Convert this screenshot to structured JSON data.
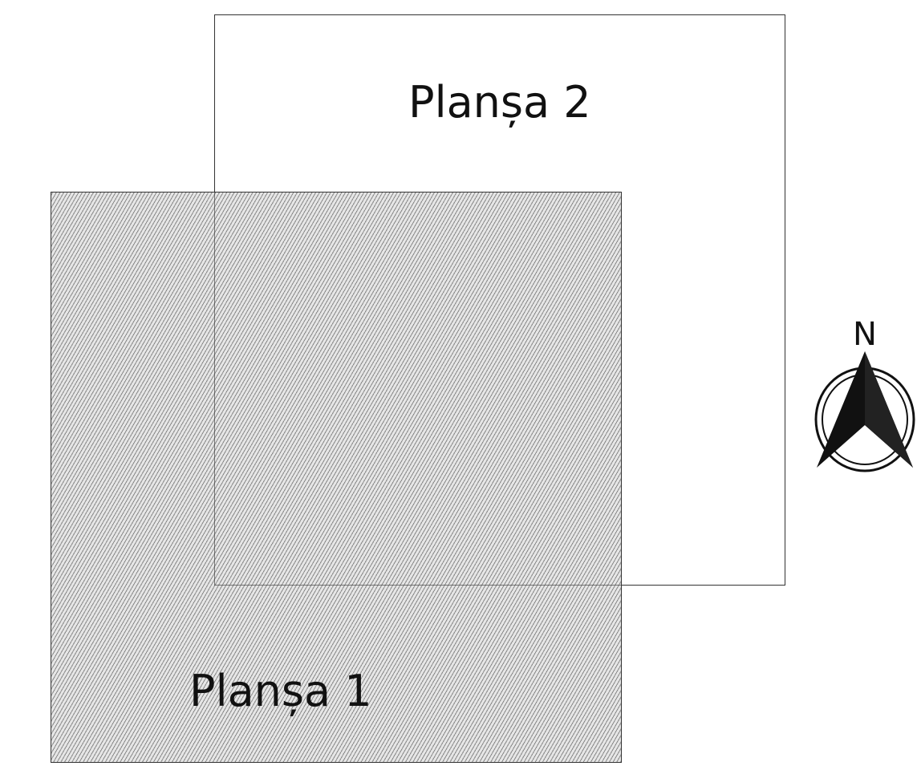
{
  "sheets": [
    {
      "label": "Planșa 1"
    },
    {
      "label": "Planșa 2"
    }
  ],
  "north_arrow": {
    "letter": "N",
    "icon": "north-arrow-icon"
  },
  "colors": {
    "outline": "#333333",
    "hatch": "#3c3c3c",
    "text": "#111111"
  }
}
